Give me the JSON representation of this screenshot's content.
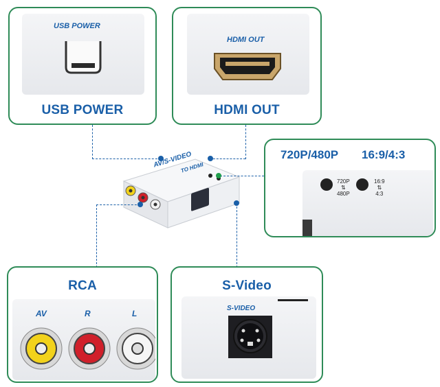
{
  "usb_card": {
    "title": "USB POWER",
    "photo_label": "USB POWER"
  },
  "hdmi_card": {
    "title": "HDMI OUT",
    "photo_label": "HDMI OUT"
  },
  "switch_card": {
    "label_resolution": "720P/480P",
    "label_aspect": "16:9/4:3",
    "switch1_top": "720P",
    "switch1_arrow": "⇅",
    "switch1_bottom": "480P",
    "switch2_top": "16:9",
    "switch2_arrow": "⇅",
    "switch2_bottom": "4:3"
  },
  "rca_card": {
    "title": "RCA",
    "jack_labels": [
      "AV",
      "R",
      "L"
    ],
    "jack_colors": [
      "#f2d21b",
      "#d0202a",
      "#f3f3f3"
    ]
  },
  "svideo_card": {
    "title": "S-Video",
    "photo_label": "S-VIDEO"
  },
  "device": {
    "label_top": "AV/S-VIDEO",
    "label_sub": "TO HDMI"
  },
  "colors": {
    "accent_border": "#2e8b57",
    "text_blue": "#1a5fa8",
    "connector_dot_green": "#1f9e4b"
  }
}
